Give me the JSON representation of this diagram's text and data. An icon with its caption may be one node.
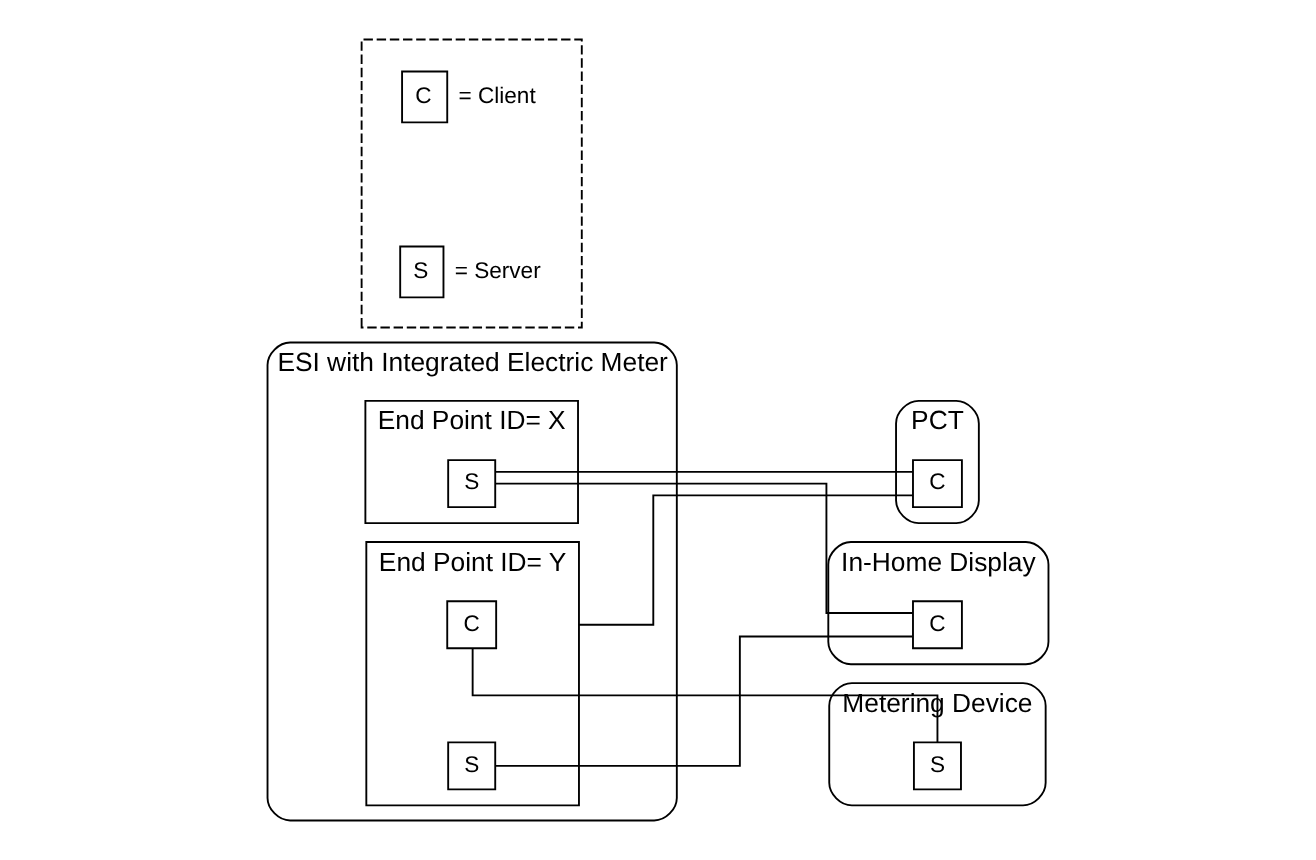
{
  "diagram": {
    "nodes": [
      {
        "text": [
          "ESI with Integrated Electric Meter"
        ]
      },
      {
        "text": [
          "End Point ID= X"
        ],
        "in": 0
      },
      {
        "text": [
          "S"
        ],
        "in": 1
      },
      {
        "text": [
          "End Point ID= Y"
        ],
        "in": 0
      },
      {
        "text": [
          "C"
        ],
        "in": 3
      },
      {
        "text": [
          "S"
        ],
        "in": 3
      },
      {
        "text": [
          "PCT"
        ]
      },
      {
        "text": [
          "C"
        ],
        "in": 6
      },
      {
        "text": [
          "Metering Device"
        ]
      },
      {
        "text": [
          "S"
        ],
        "in": 8
      },
      {
        "text": [
          "In-Home Display"
        ]
      },
      {
        "text": [
          "C"
        ],
        "in": 10
      },
      {
        "text": [],
        "shape": "box"
      },
      {
        "text": [
          "C"
        ],
        "in": 12,
        "beside": [
          "= Client"
        ]
      },
      {
        "text": [
          "S"
        ],
        "in": 12,
        "beside": [
          "= Server"
        ]
      }
    ],
    "edges": [
      {
        "from": 2,
        "to": 7,
        "arrow": "none"
      },
      {
        "from": 3,
        "to": 7,
        "arrow": "none"
      },
      {
        "from": 2,
        "to": 11,
        "arrow": "none"
      },
      {
        "from": 5,
        "to": 11,
        "arrow": "none"
      },
      {
        "from": 4,
        "to": 9,
        "arrow": "none"
      }
    ]
  }
}
